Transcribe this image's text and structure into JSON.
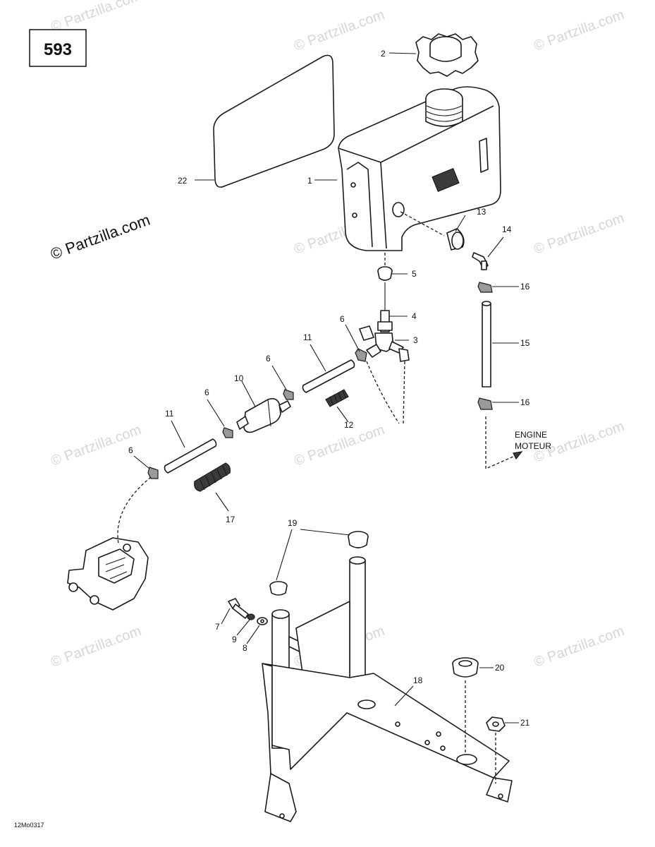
{
  "diagram": {
    "page_number": "593",
    "drawing_code": "12Mo0317",
    "copyright_main": "© Partzilla.com",
    "watermark": "© Partzilla.com",
    "note_engine": "ENGINE",
    "note_moteur": "MOTEUR",
    "callouts": {
      "c1": "1",
      "c2": "2",
      "c3": "3",
      "c4": "4",
      "c5": "5",
      "c6a": "6",
      "c6b": "6",
      "c6c": "6",
      "c6d": "6",
      "c7": "7",
      "c8": "8",
      "c9": "9",
      "c10": "10",
      "c11a": "11",
      "c11b": "11",
      "c12": "12",
      "c13": "13",
      "c14": "14",
      "c15": "15",
      "c16a": "16",
      "c16b": "16",
      "c17": "17",
      "c18": "18",
      "c19": "19",
      "c20": "20",
      "c21": "21",
      "c22": "22"
    }
  }
}
